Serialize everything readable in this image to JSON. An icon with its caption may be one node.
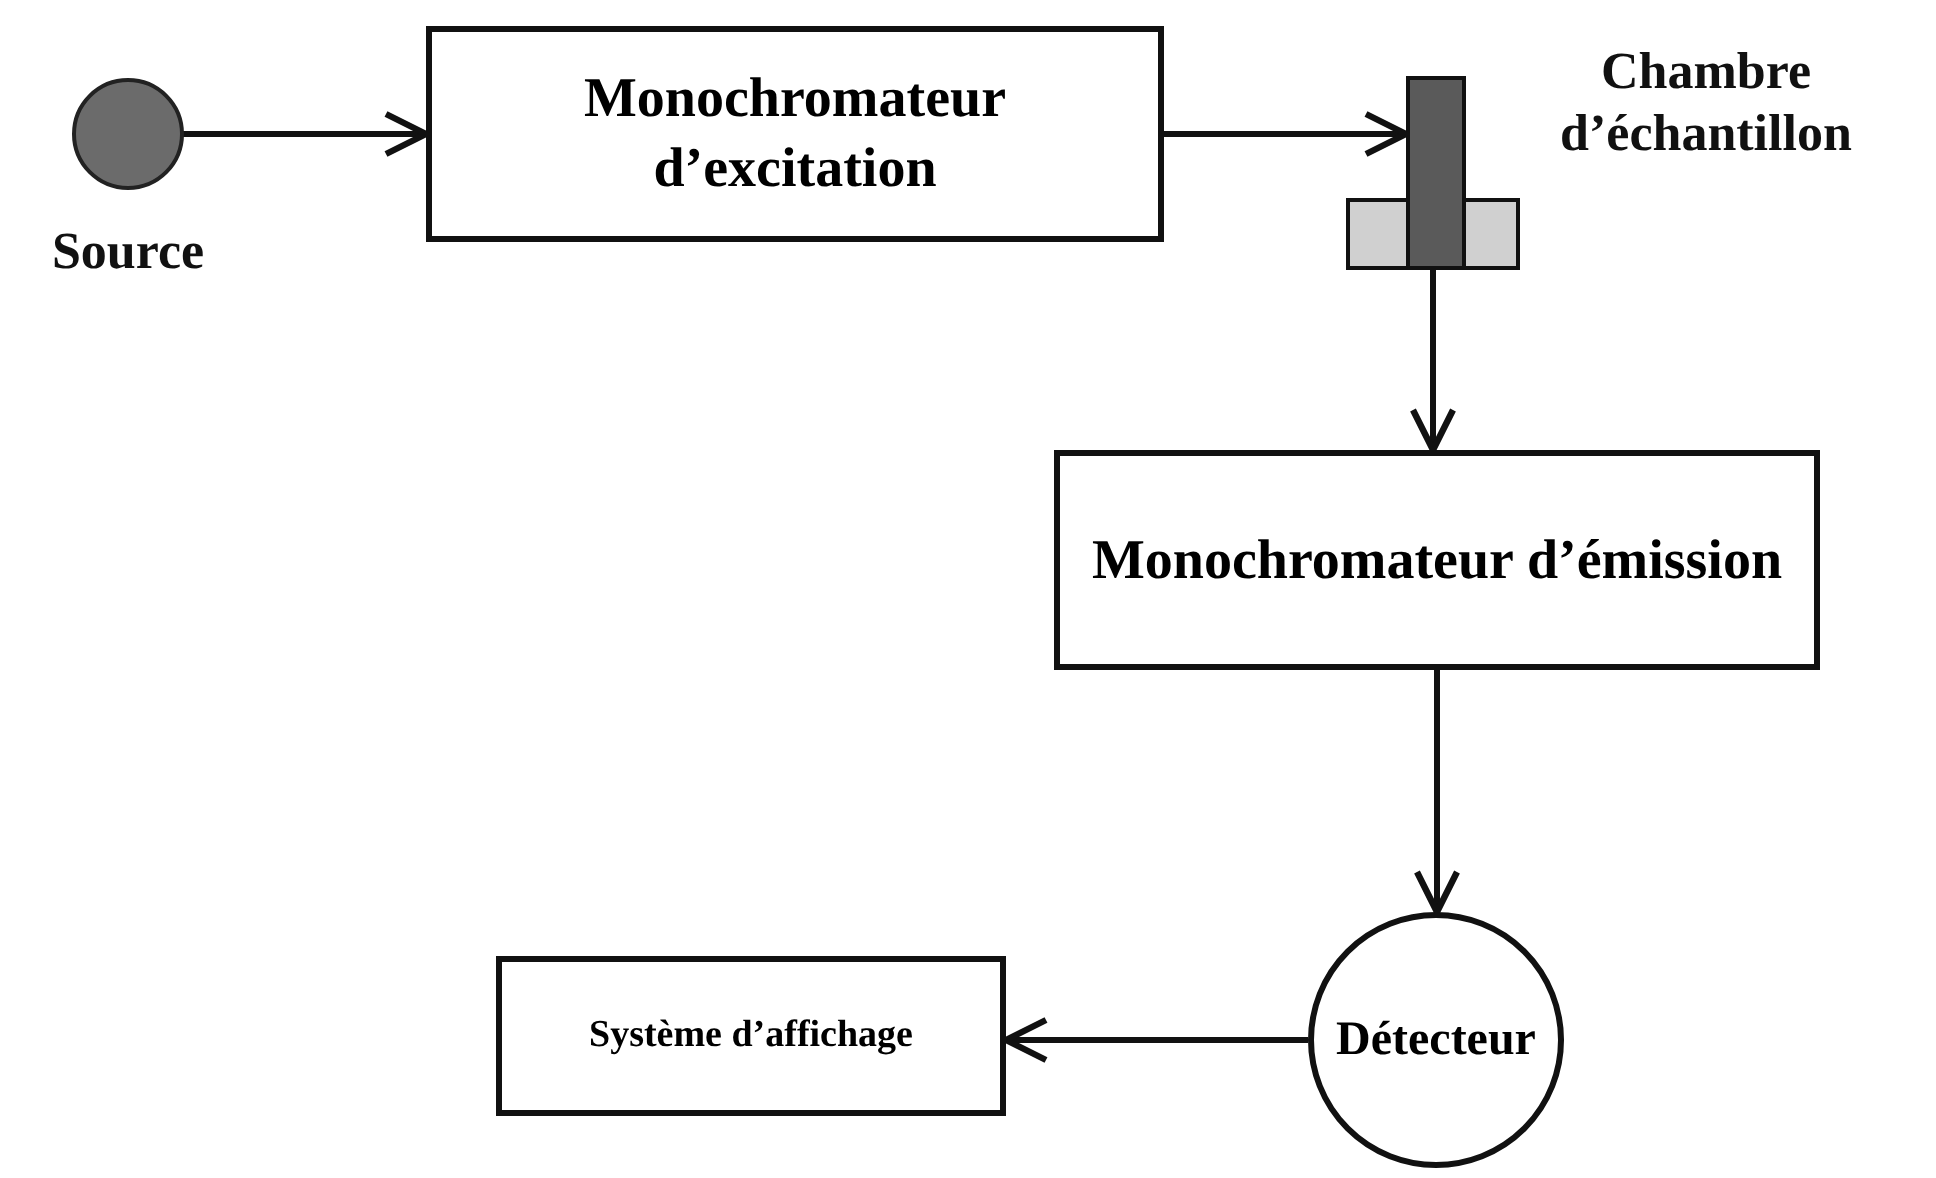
{
  "diagram": {
    "nodes": [
      {
        "text": [
          "Source"
        ]
      },
      {
        "text": [
          "Monochromateur d’excitation"
        ]
      },
      {
        "text": [
          "Chambre d’échantillon"
        ]
      },
      {
        "text": [
          "Monochromateur d’émission"
        ]
      },
      {
        "text": [
          "Détecteur"
        ]
      },
      {
        "text": [
          "Système d’affichage"
        ]
      }
    ],
    "edges": [
      {
        "from": 0,
        "to": 1,
        "arrow": "to"
      },
      {
        "from": 1,
        "to": 2,
        "arrow": "to"
      },
      {
        "from": 2,
        "to": 3,
        "arrow": "to"
      },
      {
        "from": 3,
        "to": 4,
        "arrow": "to"
      },
      {
        "from": 4,
        "to": 5,
        "arrow": "to"
      }
    ]
  }
}
